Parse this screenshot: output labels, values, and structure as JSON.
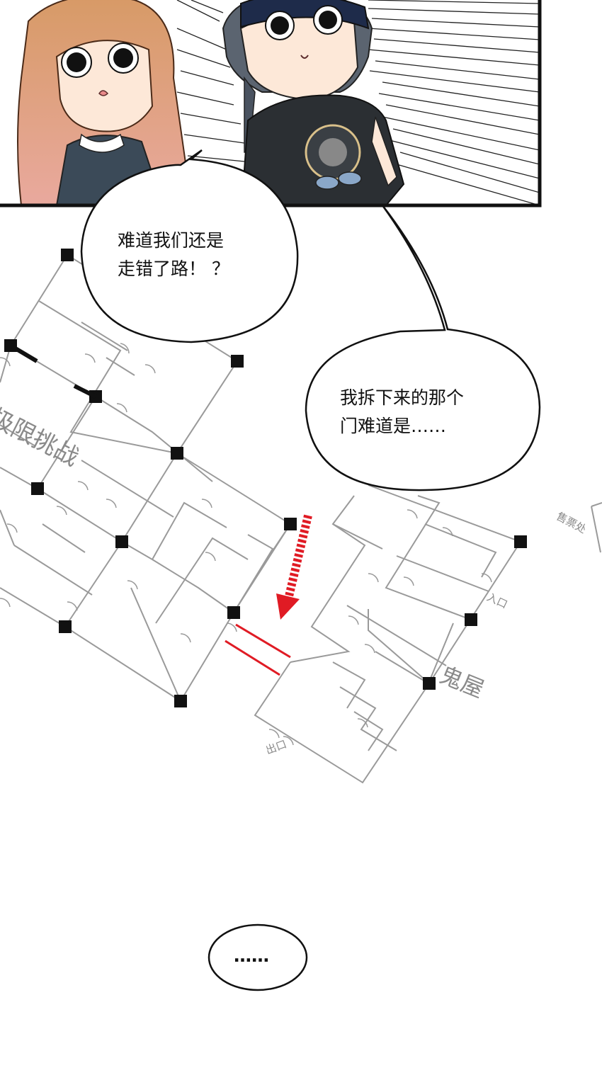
{
  "bubbles": {
    "b1_line1": "难道我们还是",
    "b1_line2": "走错了路！ ？",
    "b2_line1": "我拆下来的那个",
    "b2_line2": "门难道是……",
    "b3": "……"
  },
  "map": {
    "left_title": "极限挑战",
    "right_title": "鬼屋",
    "entrance": "入口",
    "exit": "出口",
    "ticket_office": "售票处"
  },
  "colors": {
    "ink": "#111111",
    "map_line": "#9a9a9a",
    "door_red": "#e01b24",
    "speedlines": "#222222"
  }
}
